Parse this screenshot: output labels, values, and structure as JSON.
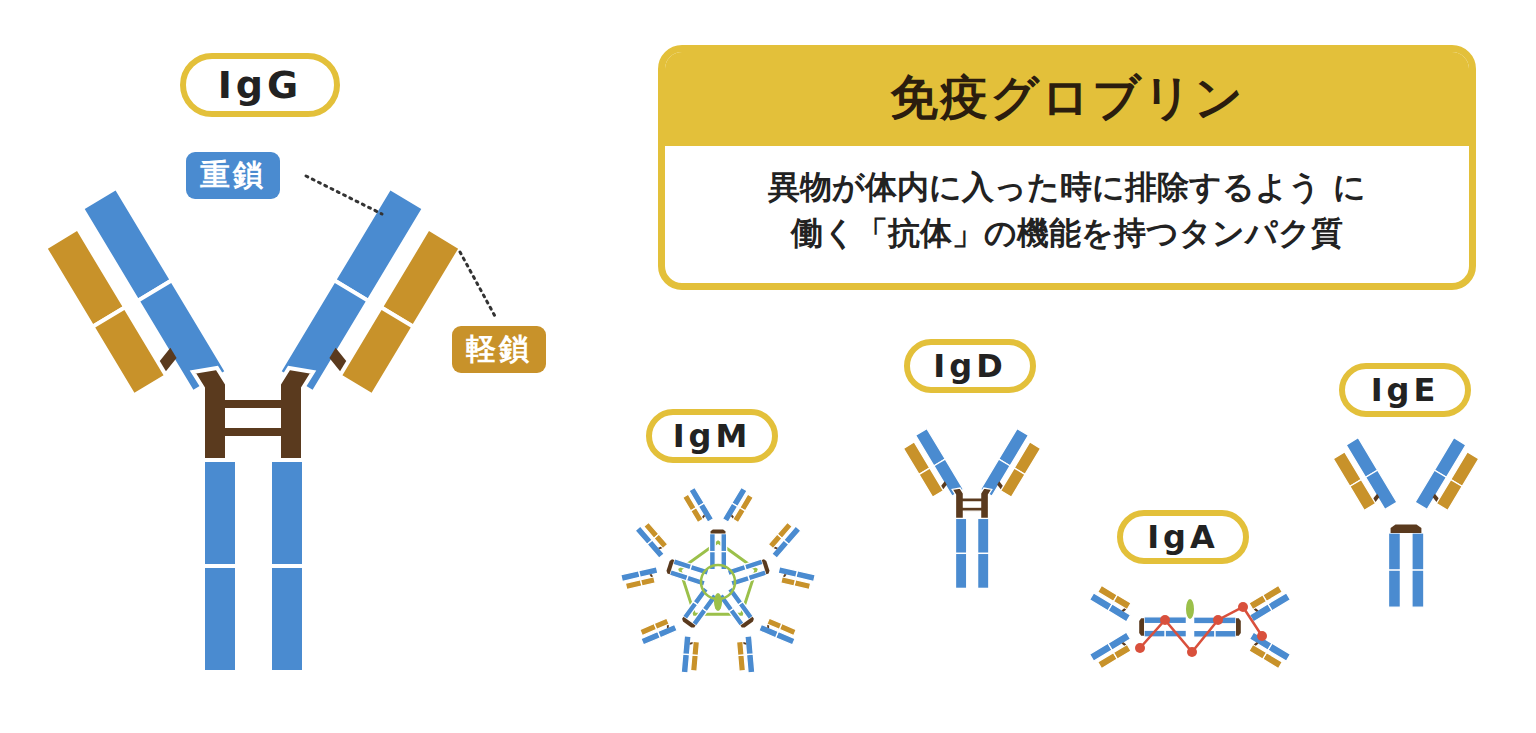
{
  "diagram": {
    "title": "免疫グロブリン",
    "nodes": [
      {
        "text": [
          "免疫グロブリン",
          "異物が体内に入った時に排除するよう に働く「抗体」の機能を持つタンパク質"
        ]
      },
      {
        "text": [
          "IgG"
        ]
      },
      {
        "text": [
          "重鎖"
        ]
      },
      {
        "text": [
          "軽鎖"
        ]
      },
      {
        "text": [
          "IgM"
        ]
      },
      {
        "text": [
          "IgD"
        ]
      },
      {
        "text": [
          "IgA"
        ]
      },
      {
        "text": [
          "IgE"
        ]
      }
    ]
  }
}
